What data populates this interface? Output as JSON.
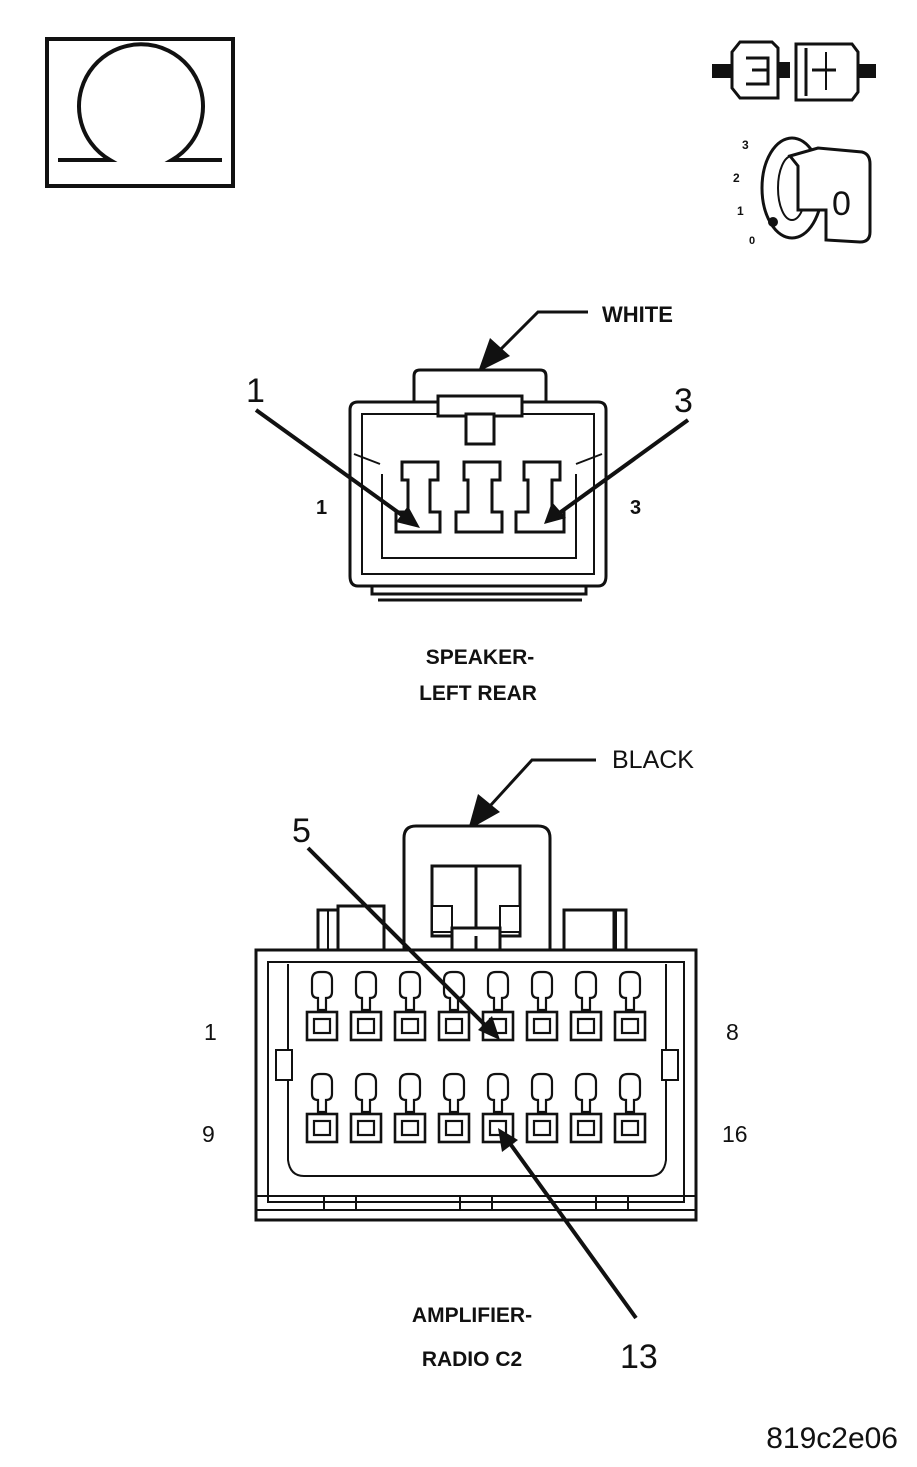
{
  "icons": {
    "ohmmeter": "ohm-symbol-icon",
    "connector": "disconnected-connector-icon",
    "ignition": "ignition-key-icon"
  },
  "ignition": {
    "positions": [
      "3",
      "2",
      "1",
      "0"
    ],
    "key_label": "0"
  },
  "speaker_connector": {
    "color_label": "WHITE",
    "callout_left": "1",
    "callout_right": "3",
    "side_left": "1",
    "side_right": "3",
    "name_line1": "SPEAKER-",
    "name_line2": "LEFT REAR"
  },
  "amp_connector": {
    "color_label": "BLACK",
    "callout_top": "5",
    "callout_bottom": "13",
    "side_top_left": "1",
    "side_top_right": "8",
    "side_bottom_left": "9",
    "side_bottom_right": "16",
    "name_line1": "AMPLIFIER-",
    "name_line2": "RADIO C2"
  },
  "figure_id": "819c2e06"
}
